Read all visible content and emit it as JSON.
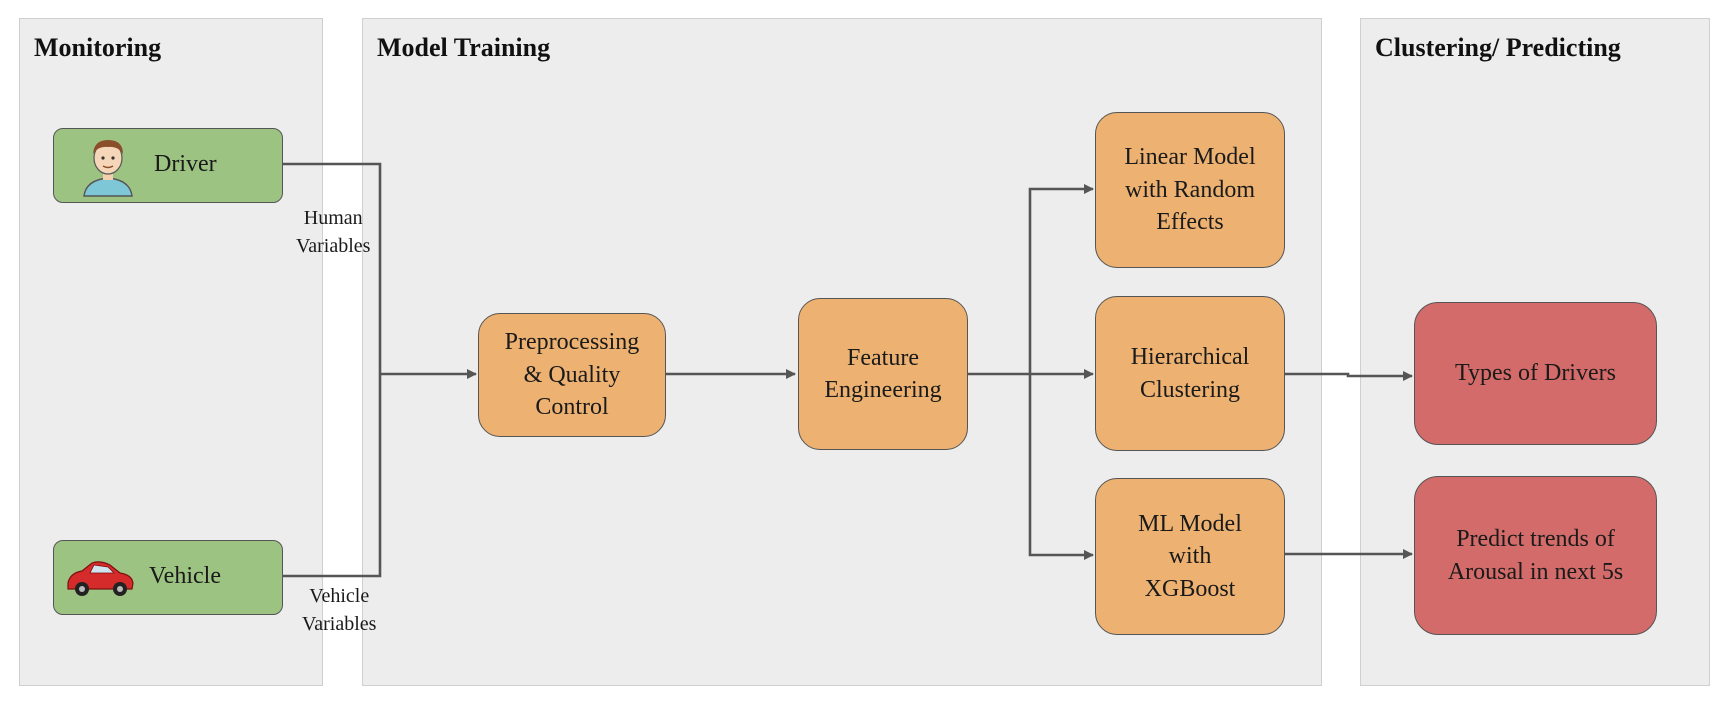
{
  "panels": {
    "monitoring": "Monitoring",
    "model_training": "Model Training",
    "clustering": "Clustering/ Predicting"
  },
  "sources": {
    "driver": {
      "label": "Driver",
      "icon": "person-avatar-icon"
    },
    "vehicle": {
      "label": "Vehicle",
      "icon": "red-car-icon"
    }
  },
  "edge_labels": {
    "human": "Human\nVariables",
    "vehicle": "Vehicle\nVariables"
  },
  "process": {
    "preprocessing": "Preprocessing\n& Quality\nControl",
    "feature": "Feature\nEngineering"
  },
  "models": {
    "linear": "Linear Model\nwith Random\nEffects",
    "hierarchical": "Hierarchical\nClustering",
    "ml": "ML Model\nwith\nXGBoost"
  },
  "outputs": {
    "types": "Types of Drivers",
    "predict": "Predict trends of\nArousal in next 5s"
  },
  "colors": {
    "panel": "#ededed",
    "source": "#9dc383",
    "process": "#edb272",
    "output": "#d26b69",
    "edge": "#555555"
  }
}
